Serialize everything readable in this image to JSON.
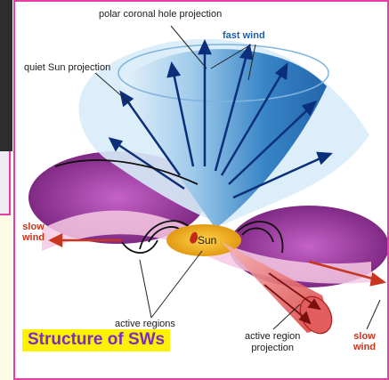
{
  "labels": {
    "polar_coronal_hole": "polar coronal hole projection",
    "fast_wind": "fast wind",
    "quiet_sun": "quiet Sun projection",
    "slow_wind_left_1": "slow",
    "slow_wind_left_2": "wind",
    "sun": "Sun",
    "active_regions": "active regions",
    "active_region_projection_1": "active region",
    "active_region_projection_2": "projection",
    "slow_wind_right_1": "slow",
    "slow_wind_right_2": "wind"
  },
  "caption": "Structure of SWs",
  "colors": {
    "border": "#e53fa7",
    "caption_bg": "#fff200",
    "caption_text": "#7b2cc4",
    "fast_wind_text": "#1c5fae",
    "slow_wind_text": "#c8361f",
    "cone_blue": "#2f7fc4",
    "disk_purple": "#8a1f8c",
    "sun_yellow": "#f2b318"
  }
}
